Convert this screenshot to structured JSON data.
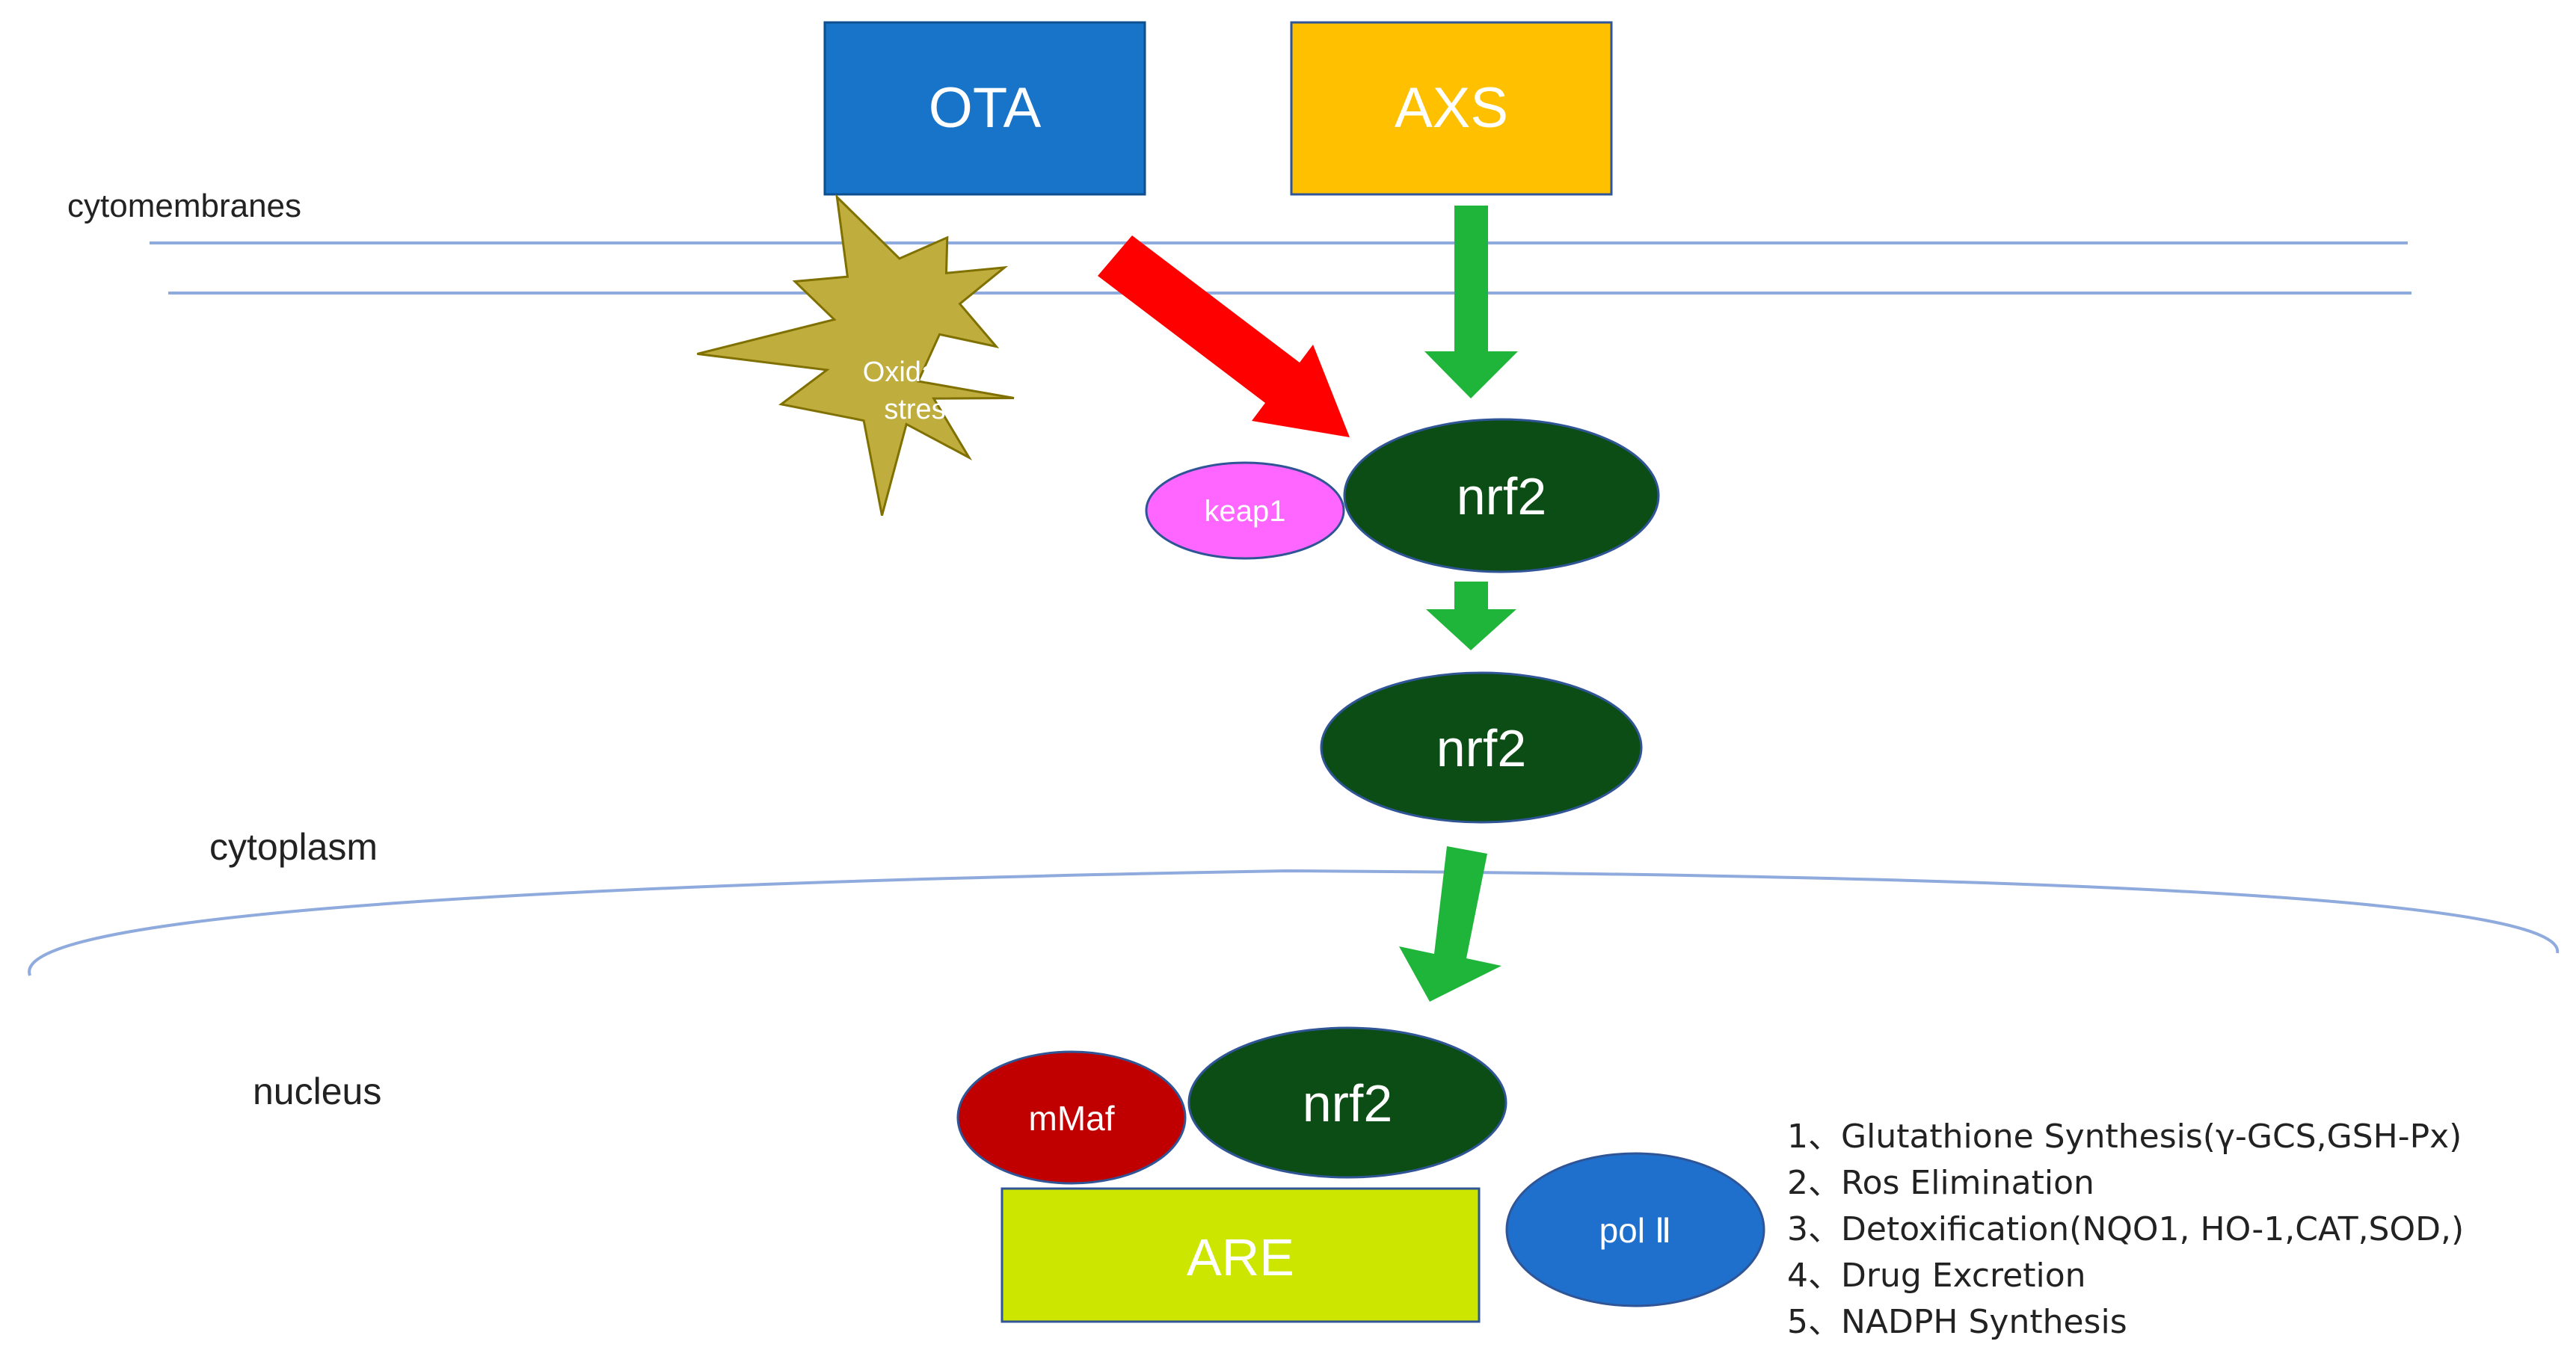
{
  "colors": {
    "ota_fill": "#1874C9",
    "axs_fill": "#FFC000",
    "red_arrow": "#FF0000",
    "green_arrow": "#1FB53A",
    "nrf2_fill": "#0B4D14",
    "keap1_fill": "#FF66FF",
    "stress_fill": "#BFAE3E",
    "mmaf_fill": "#C00000",
    "are_fill": "#CCE600",
    "pol_fill": "#1F6FCC",
    "membrane_line": "#8FAADC"
  },
  "regions": {
    "cytomembranes": "cytomembranes",
    "cytoplasm": "cytoplasm",
    "nucleus": "nucleus"
  },
  "nodes": {
    "ota": "OTA",
    "axs": "AXS",
    "oxidative_stress_line1": "Oxidative",
    "oxidative_stress_line2": "stress",
    "keap1": "keap1",
    "nrf2_bound": "nrf2",
    "nrf2_free": "nrf2",
    "nrf2_nuclear": "nrf2",
    "mmaf": "mMaf",
    "are": "ARE",
    "pol2": "pol Ⅱ"
  },
  "effects": [
    "1、Glutathione Synthesis(γ-GCS,GSH-Px)",
    "2、Ros Elimination",
    "3、Detoxification(NQO1, HO-1,CAT,SOD,)",
    "4、Drug Excretion",
    "5、NADPH Synthesis"
  ]
}
